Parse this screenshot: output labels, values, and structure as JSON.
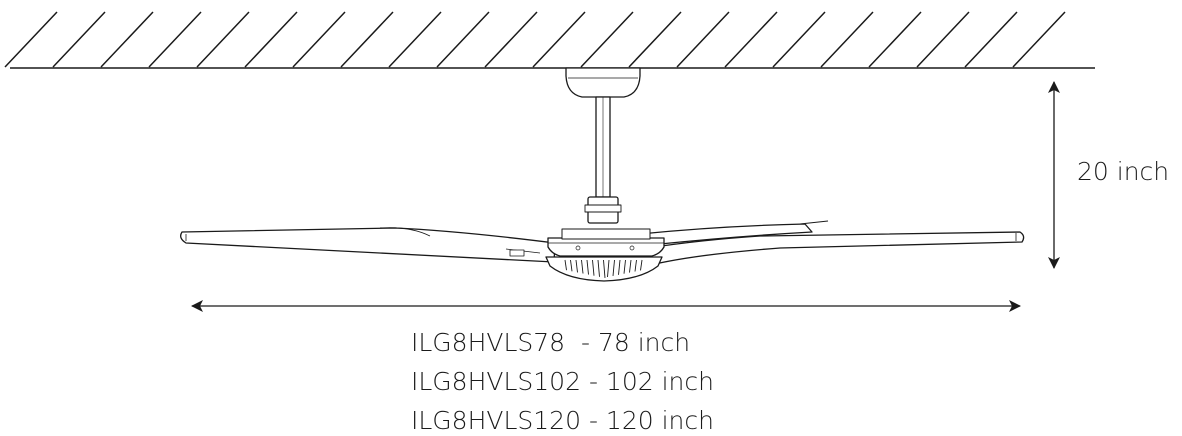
{
  "diagram": {
    "height_label": "20 inch",
    "models": [
      {
        "label": "ILG8HVLS78  - 78 inch"
      },
      {
        "label": "ILG8HVLS102 - 102 inch"
      },
      {
        "label": "ILG8HVLS120 - 120 inch"
      }
    ]
  },
  "colors": {
    "stroke": "#1a1a1a",
    "fill": "#ffffff"
  }
}
